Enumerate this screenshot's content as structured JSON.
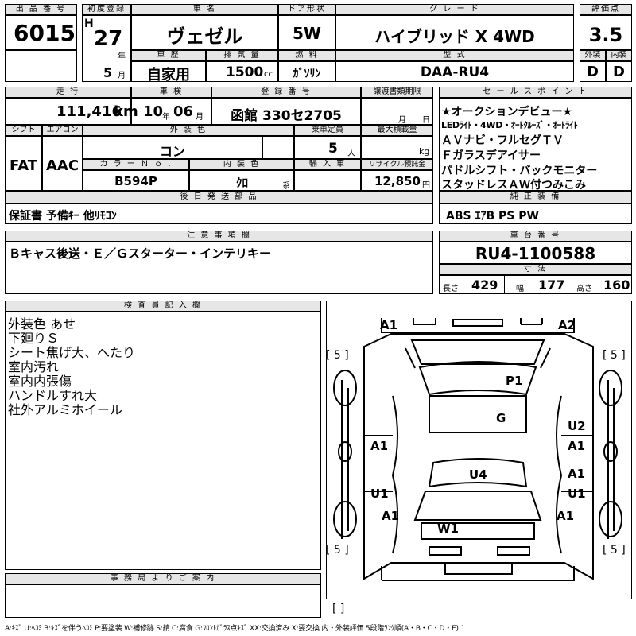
{
  "header": {
    "lot_no_label": "出 品 番 号",
    "lot_no": "6015",
    "first_reg_label": "初度登録",
    "era": "H",
    "year": "27",
    "year_unit": "年",
    "month": "5",
    "month_unit": "月",
    "car_name_label": "車 名",
    "car_name": "ヴェゼル",
    "door_label": "ドア形状",
    "door": "5W",
    "grade_label": "グ レ ー ド",
    "grade": "ハイブリッド X 4WD",
    "score_label": "評価点",
    "score": "3.5",
    "history_label": "車 歴",
    "history": "自家用",
    "displacement_label": "排 気 量",
    "displacement": "1500",
    "displacement_unit": "cc",
    "fuel_label": "燃 料",
    "fuel": "ｶﾞｿﾘﾝ",
    "model_label": "型 式",
    "model": "DAA-RU4",
    "ext_grade_label": "外装",
    "ext_grade": "D",
    "int_grade_label": "内装",
    "int_grade": "D"
  },
  "row2": {
    "mileage_label": "走 行",
    "mileage": "111,416",
    "mileage_unit": "km",
    "inspection_label": "車 検",
    "insp_year": "10",
    "insp_year_unit": "年",
    "insp_month": "06",
    "insp_month_unit": "月",
    "plate_label": "登 録 番 号",
    "plate": "函館 330セ2705",
    "transfer_label": "譲渡書類期限",
    "transfer_month_unit": "月",
    "transfer_day_unit": "日",
    "shift_label": "シフト",
    "shift": "FAT",
    "ac_label": "エアコン",
    "ac": "AAC",
    "ext_color_label": "外 装 色",
    "ext_color": "コン",
    "capacity_label": "乗車定員",
    "capacity": "5",
    "capacity_unit": "人",
    "load_label": "最大積載量",
    "load_unit": "kg",
    "color_no_label": "カ ラ ー Ｎ ｏ .",
    "color_no": "B594P",
    "int_color_label": "内 装 色",
    "int_color": "ｸﾛ",
    "int_color_unit": "系",
    "import_label": "輸 入 車",
    "recycle_label": "リサイクル預託金",
    "recycle": "12,850",
    "recycle_unit": "円",
    "later_parts_label": "後 日 発 送 部 品",
    "later_parts": "保証書 予備ｷｰ 他ﾘﾓｺﾝ"
  },
  "sales_points": {
    "label": "セ ー ル ス ポ イ ン ト",
    "lines": [
      "★オークションデビュー★",
      "LEDﾗｲﾄ・4WD・ｵｰﾄｸﾙｰｽﾞ・ｵｰﾄﾗｲﾄ",
      "ＡＶナビ・フルセグＴＶ",
      "Ｆガラスデアイサー",
      "パドルシフト・バックモニター",
      "スタッドレスＡＷ付つみこみ"
    ]
  },
  "equipment": {
    "label": "純 正 装 備",
    "value": "ABS ｴｱB PS PW"
  },
  "caution": {
    "label": "注 意 事 項 欄",
    "value": "Ｂキャス後送・Ｅ／Ｇスターター・インテリキー"
  },
  "chassis": {
    "label": "車 台 番 号",
    "value": "RU4-1100588"
  },
  "dimensions": {
    "label": "寸 法",
    "length_label": "長さ",
    "length": "429",
    "width_label": "幅",
    "width": "177",
    "height_label": "高さ",
    "height": "160"
  },
  "inspector": {
    "label": "検 査 員 記 入 欄",
    "notes": [
      "外装色 あせ",
      "下廻りＳ",
      "シート焦げ大、へたり",
      "室内汚れ",
      "室内内張傷",
      "ハンドルすれ大",
      "社外アルミホイール"
    ]
  },
  "office": {
    "label": "事 務 局 よ り ご 案 内"
  },
  "diagram": {
    "tire_fl": "[ 5 ]",
    "tire_fr": "[ 5 ]",
    "tire_rl": "[ 5 ]",
    "tire_rr": "[ 5 ]",
    "spare": "[ ]",
    "a1_top_left": "A1",
    "a2_top_right": "A2",
    "p1_roof": "P1",
    "g_glass": "G",
    "u2_right": "U2",
    "a1_right_front_door": "A1",
    "a1_left_front_door": "A1",
    "u4_center": "U4",
    "a1_right_rear_door": "A1",
    "u1_right": "U1",
    "u1_left": "U1",
    "a1_left_rear": "A1",
    "a1_right_rear": "A1",
    "w1_rear": "W1"
  },
  "legend": "A:ｷｽﾞ U:ﾍｺﾐ B:ｷｽﾞを伴うﾍｺﾐ P:要塗装 W:補修跡 S:錆 C:腐食 G:ﾌﾛﾝﾄｶﾞﾗｽ点ｷｽﾞ XX:交換済み X:要交換 内・外装評価 5段階ﾗﾝｸ順(A・B・C・D・E) 1"
}
